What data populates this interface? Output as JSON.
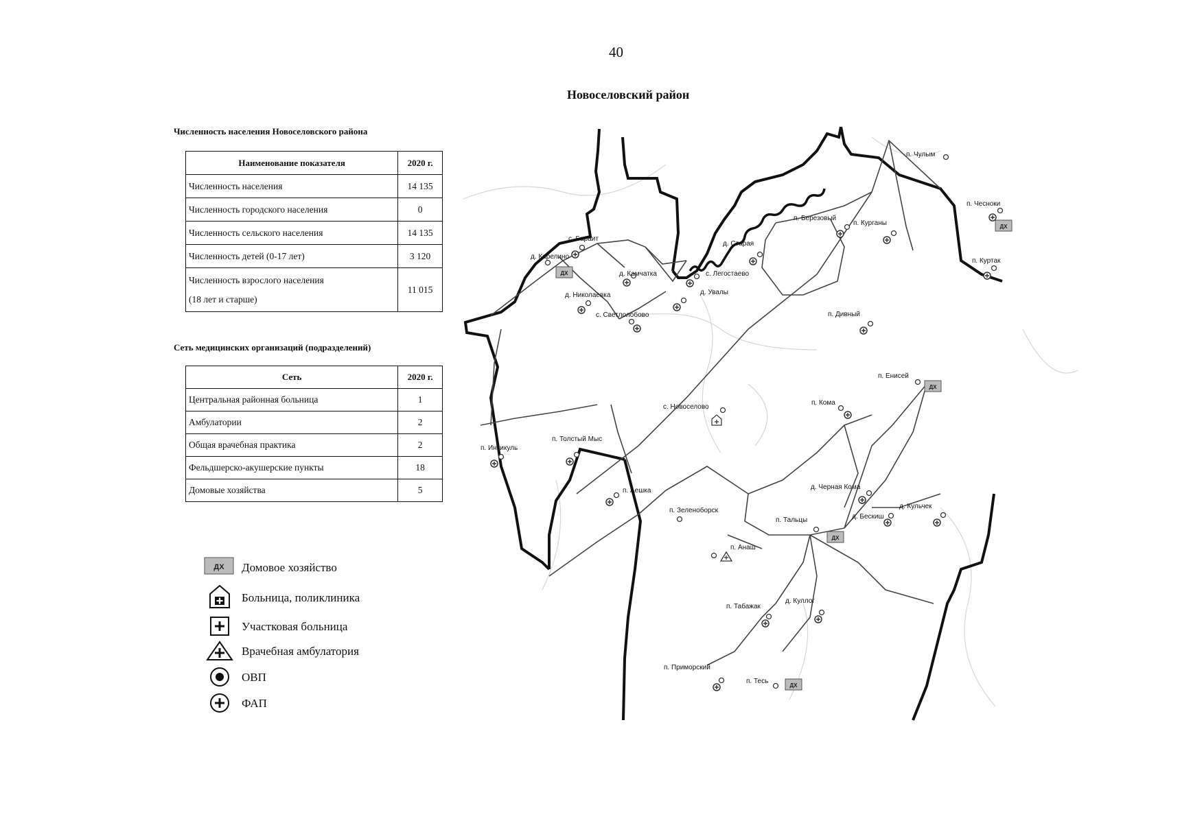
{
  "page_number": "40",
  "district_title": "Новоселовский район",
  "population": {
    "title": "Численность населения Новоселовского района",
    "header": [
      "Наименование показателя",
      "2020 г."
    ],
    "rows": [
      {
        "name": "Численность населения",
        "value": "14 135"
      },
      {
        "name": "Численность городского населения",
        "value": "0"
      },
      {
        "name": "Численность сельского населения",
        "value": "14 135"
      },
      {
        "name": "Численность детей (0-17 лет)",
        "value": "3 120"
      },
      {
        "name": "Численность взрослого населения",
        "name2": "(18 лет и старше)",
        "value": "11 015"
      }
    ]
  },
  "network": {
    "title": "Сеть медицинских организаций (подразделений)",
    "header": [
      "Сеть",
      "2020 г."
    ],
    "rows": [
      {
        "name": "Центральная районная больница",
        "value": "1"
      },
      {
        "name": "Амбулатории",
        "value": "2"
      },
      {
        "name": "Общая врачебная практика",
        "value": "2"
      },
      {
        "name": "Фельдшерско-акушерские пункты",
        "value": "18"
      },
      {
        "name": "Домовые хозяйства",
        "value": "5"
      }
    ]
  },
  "legend": {
    "dx_badge": "ДХ",
    "items": [
      {
        "icon": "household-icon",
        "label": "Домовое хозяйство"
      },
      {
        "icon": "hospital-icon",
        "label": "Больница, поликлиника"
      },
      {
        "icon": "district-hospital-icon",
        "label": "Участковая больница"
      },
      {
        "icon": "ambulatory-icon",
        "label": "Врачебная амбулатория"
      },
      {
        "icon": "ovp-icon",
        "label": "ОВП"
      },
      {
        "icon": "fap-icon",
        "label": "ФАП"
      }
    ]
  },
  "map": {
    "settlements": {
      "chulym": "п. Чулым",
      "chesnoki": "п. Чесноки",
      "berezovyi": "п. Березовый",
      "kurgany": "п. Курганы",
      "kurtak": "п. Куртак",
      "barait": "с. Бараит",
      "karelino": "д. Карелино",
      "staraya": "д. Старая",
      "kamchatka": "д. Камчатка",
      "legostaevo": "с. Легостаево",
      "nikolaevka": "д. Николаевка",
      "uvaly": "д. Увалы",
      "svetlolobovo": "с. Светлолобово",
      "divnyi": "п. Дивный",
      "enisei": "п. Енисей",
      "novoselovo": "с. Новоселово",
      "koma": "п. Кома",
      "intikul": "п. Интикуль",
      "tolstyi_mys": "п. Толстый Мыс",
      "chernaya_koma": "д. Черная Кома",
      "aeshka": "п. Аешка",
      "zelenoborsk": "п. Зеленоборск",
      "kulchek": "д. Кульчек",
      "beskish": "д. Бескиш",
      "taltsy": "п. Тальцы",
      "anash": "п. Анаш",
      "tabazhak": "п. Табажак",
      "kullog": "д. Куллог",
      "primorskiy": "п. Приморский",
      "tes": "п. Тесь"
    }
  }
}
